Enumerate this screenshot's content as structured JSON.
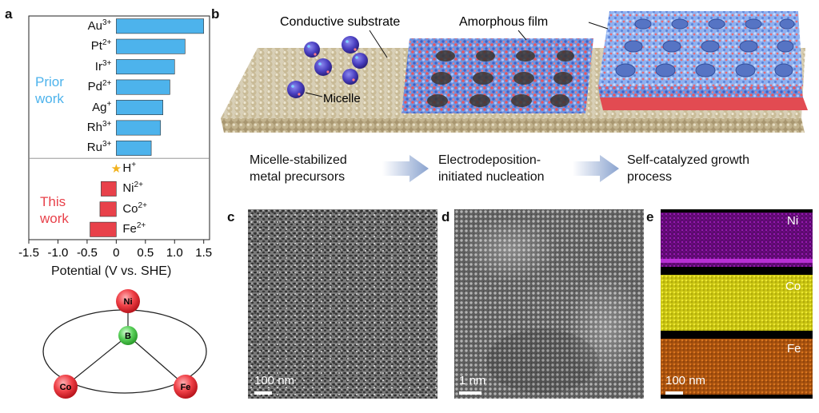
{
  "panels": {
    "a": "a",
    "b": "b",
    "c": "c",
    "d": "d",
    "e": "e"
  },
  "panel_a": {
    "group_prior": [
      "Prior",
      "work"
    ],
    "group_this": [
      "This",
      "work"
    ],
    "colors": {
      "prior": "#4db3ec",
      "this": "#e8414a",
      "star": "#f2b21e"
    }
  },
  "chart_data": {
    "type": "bar",
    "orientation": "horizontal",
    "categories": [
      {
        "ion": "Au",
        "charge": "3+"
      },
      {
        "ion": "Pt",
        "charge": "2+"
      },
      {
        "ion": "Ir",
        "charge": "3+"
      },
      {
        "ion": "Pd",
        "charge": "2+"
      },
      {
        "ion": "Ag",
        "charge": "+"
      },
      {
        "ion": "Rh",
        "charge": "3+"
      },
      {
        "ion": "Ru",
        "charge": "3+"
      },
      {
        "ion": "H",
        "charge": "+"
      },
      {
        "ion": "Ni",
        "charge": "2+"
      },
      {
        "ion": "Co",
        "charge": "2+"
      },
      {
        "ion": "Fe",
        "charge": "2+"
      }
    ],
    "values": [
      1.5,
      1.18,
      1.0,
      0.92,
      0.8,
      0.76,
      0.6,
      0.0,
      -0.26,
      -0.28,
      -0.45
    ],
    "groups": [
      "prior",
      "prior",
      "prior",
      "prior",
      "prior",
      "prior",
      "prior",
      "reference",
      "this",
      "this",
      "this"
    ],
    "xlabel": "Potential (V vs. SHE)",
    "xlim": [
      -1.5,
      1.6
    ],
    "xticks": [
      "-1.5",
      "-1.0",
      "-0.5",
      "0",
      "0.5",
      "1.0",
      "1.5"
    ],
    "xtick_values": [
      -1.5,
      -1.0,
      -0.5,
      0,
      0.5,
      1.0,
      1.5
    ],
    "grid": false
  },
  "triangle": {
    "atoms": {
      "top": "Ni",
      "center": "B",
      "left": "Co",
      "right": "Fe"
    },
    "colors": {
      "metal": "#ef3f46",
      "boron": "#59d059"
    }
  },
  "panel_b": {
    "labels": {
      "substrate": "Conductive substrate",
      "film": "Amorphous film",
      "micelle": "Micelle"
    },
    "steps": [
      [
        "Micelle-stabilized",
        "metal precursors"
      ],
      [
        "Electrodeposition-",
        "initiated nucleation"
      ],
      [
        "Self-catalyzed growth",
        "process"
      ]
    ]
  },
  "panel_c": {
    "scale": "100 nm"
  },
  "panel_d": {
    "scale": "1 nm"
  },
  "panel_e": {
    "maps": [
      {
        "element": "Ni",
        "color": "#9a16b4"
      },
      {
        "element": "Co",
        "color": "#d9d61a"
      },
      {
        "element": "Fe",
        "color": "#c8661a"
      }
    ],
    "scale": "100 nm"
  }
}
